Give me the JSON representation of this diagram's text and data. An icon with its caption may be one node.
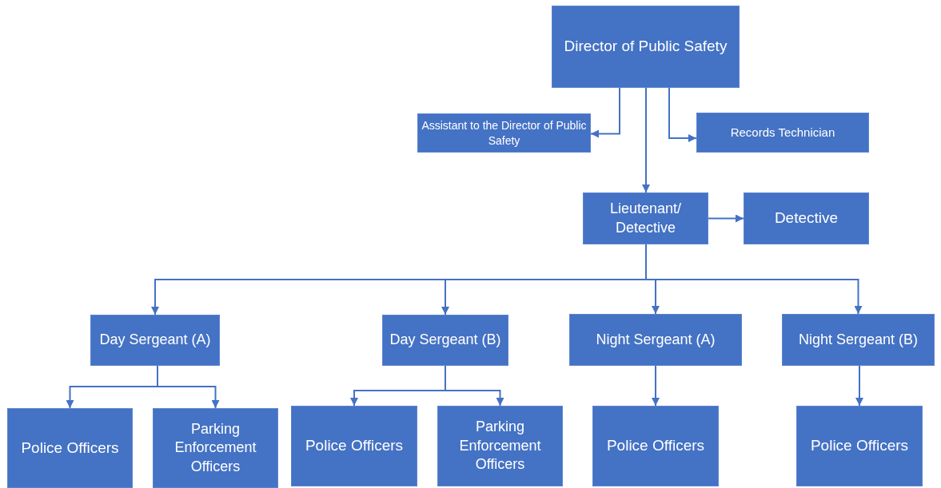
{
  "diagram": {
    "nodes": [
      {
        "text": [
          "Director of Public Safety"
        ]
      },
      {
        "text": [
          "Assistant to the Director of Public Safety"
        ]
      },
      {
        "text": [
          "Records Technician"
        ]
      },
      {
        "text": [
          "Lieutenant/ Detective"
        ]
      },
      {
        "text": [
          "Detective"
        ]
      },
      {
        "text": [
          "Day Sergeant (A)"
        ]
      },
      {
        "text": [
          "Day Sergeant (B)"
        ]
      },
      {
        "text": [
          "Night Sergeant (A)"
        ]
      },
      {
        "text": [
          "Night Sergeant (B)"
        ]
      },
      {
        "text": [
          "Police Officers"
        ]
      },
      {
        "text": [
          "Parking Enforcement Officers"
        ]
      },
      {
        "text": [
          "Police Officers"
        ]
      },
      {
        "text": [
          "Parking Enforcement Officers"
        ]
      },
      {
        "text": [
          "Police Officers"
        ]
      },
      {
        "text": [
          "Police Officers"
        ]
      }
    ],
    "edges": [
      {
        "from": 0,
        "to": 1,
        "arrow": "to"
      },
      {
        "from": 0,
        "to": 2,
        "arrow": "to"
      },
      {
        "from": 0,
        "to": 3,
        "arrow": "to"
      },
      {
        "from": 3,
        "to": 4,
        "arrow": "to"
      },
      {
        "from": 3,
        "to": 5,
        "arrow": "to"
      },
      {
        "from": 3,
        "to": 6,
        "arrow": "to"
      },
      {
        "from": 3,
        "to": 7,
        "arrow": "to"
      },
      {
        "from": 3,
        "to": 8,
        "arrow": "to"
      },
      {
        "from": 5,
        "to": 9,
        "arrow": "to"
      },
      {
        "from": 5,
        "to": 10,
        "arrow": "to"
      },
      {
        "from": 6,
        "to": 11,
        "arrow": "to"
      },
      {
        "from": 6,
        "to": 12,
        "arrow": "to"
      },
      {
        "from": 7,
        "to": 13,
        "arrow": "to"
      },
      {
        "from": 8,
        "to": 14,
        "arrow": "to"
      }
    ]
  }
}
